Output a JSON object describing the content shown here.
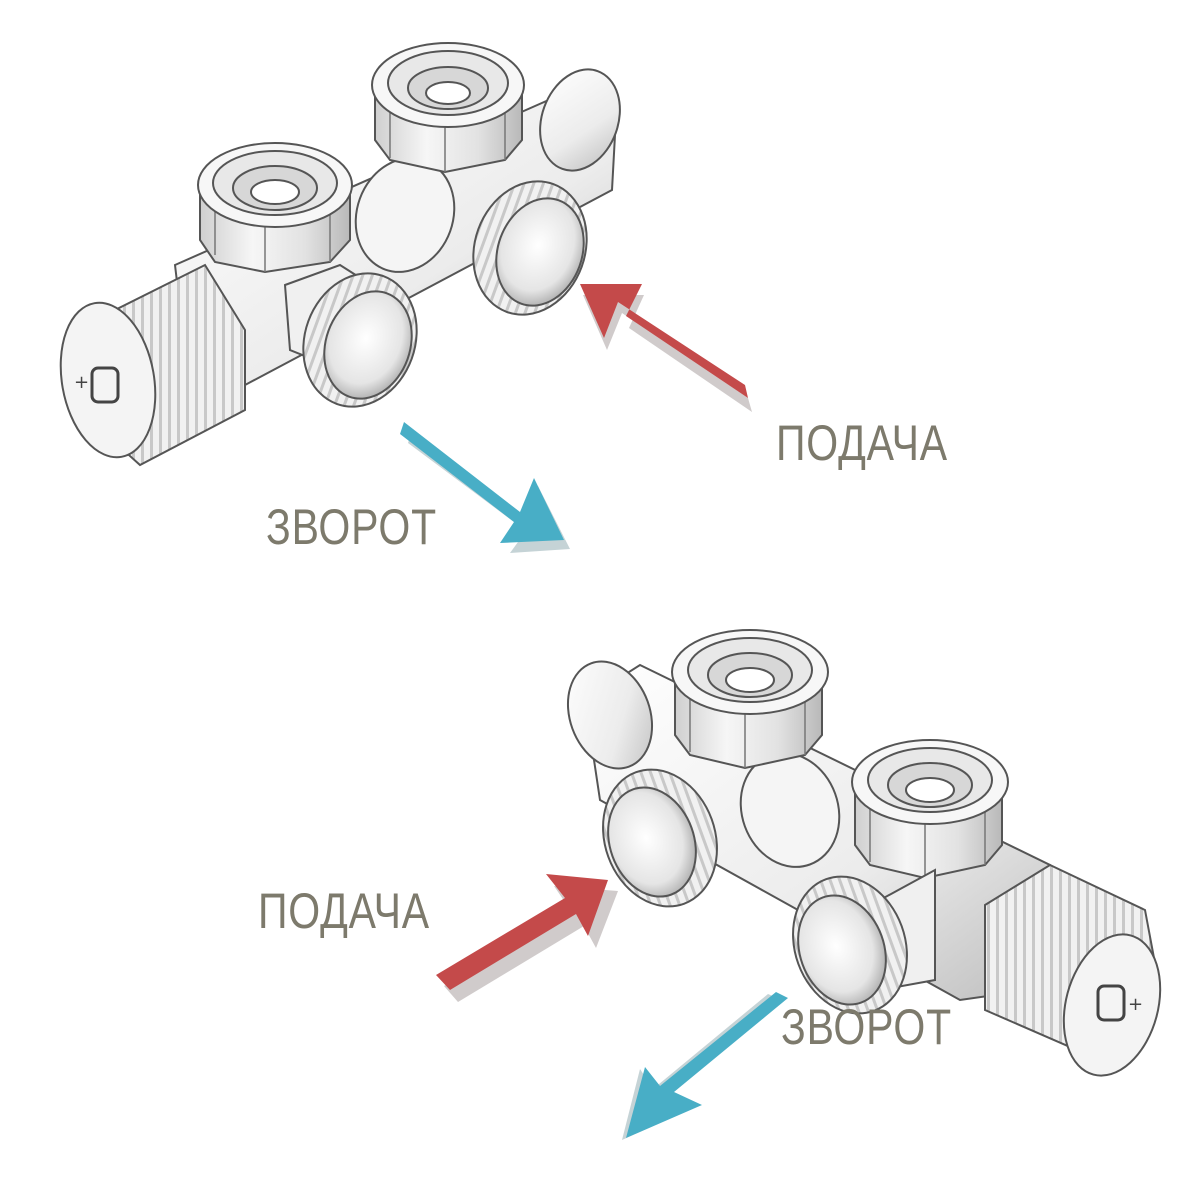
{
  "diagram_top": {
    "supply_label": "ПОДАЧА",
    "return_label": "ЗВОРОТ"
  },
  "diagram_bottom": {
    "supply_label": "ПОДАЧА",
    "return_label": "ЗВОРОТ"
  },
  "colors": {
    "background": "#ffffff",
    "supply_arrow": "#c44a4a",
    "return_arrow": "#48aec6",
    "label_text": "#7d7a6c",
    "metal_light": "#f3f3f3",
    "metal_line": "#555555"
  },
  "icons": {
    "supply_arrow": "red-arrow",
    "return_arrow": "blue-arrow",
    "valve": "twin-port-radiator-valve-illustration"
  }
}
